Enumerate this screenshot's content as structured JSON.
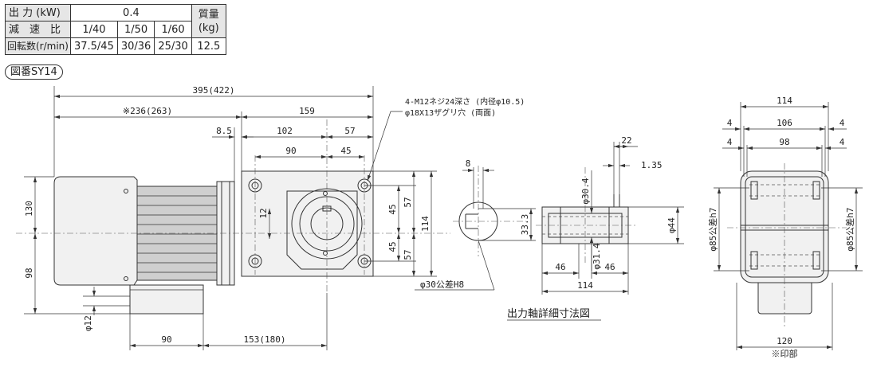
{
  "spec_table": {
    "output_label": "出 力 (kW)",
    "output_value": "0.4",
    "ratio_label": "減　速　比",
    "ratios": [
      "1/40",
      "1/50",
      "1/60"
    ],
    "speed_label": "回転数(r/min)",
    "speeds": [
      "37.5/45",
      "30/36",
      "25/30"
    ],
    "mass_label_1": "質量",
    "mass_label_2": "(kg)",
    "mass_value": "12.5"
  },
  "figure_no": "図番SY14",
  "dims": {
    "total_len": "395(422)",
    "motor_len": "※236(263)",
    "gear_len": "159",
    "d8_5": "8.5",
    "d102": "102",
    "d57_top": "57",
    "d90_top": "90",
    "d45_top": "45",
    "d130": "130",
    "d98": "98",
    "d12_side": "12",
    "d45_r1": "45",
    "d45_r2": "45",
    "d57_r1": "57",
    "d57_r2": "57",
    "d114_h": "114",
    "phi12": "φ12",
    "d90_bot": "90",
    "d153": "153(180)",
    "key8": "8",
    "d33_3": "33.3",
    "phi30": "φ30公差H8",
    "phi30_4": "φ30.4",
    "d22": "22",
    "d1_35": "1.35",
    "phi31_4": "φ31.4",
    "phi44": "φ44",
    "d46a": "46",
    "d46b": "46",
    "d114_shaft": "114",
    "e114": "114",
    "e106": "106",
    "e98": "98",
    "e4a": "4",
    "e4b": "4",
    "e4c": "4",
    "e4d": "4",
    "e85a": "φ85公差h7",
    "e85b": "φ85公差h7",
    "e120": "120",
    "e_note": "※印部"
  },
  "notes": {
    "bolt_1": "4-M12ネジ24深さ (内径φ10.5)",
    "bolt_2": "φ18X13ザグリ穴 (両面)"
  },
  "caption": "出力軸詳細寸法図"
}
